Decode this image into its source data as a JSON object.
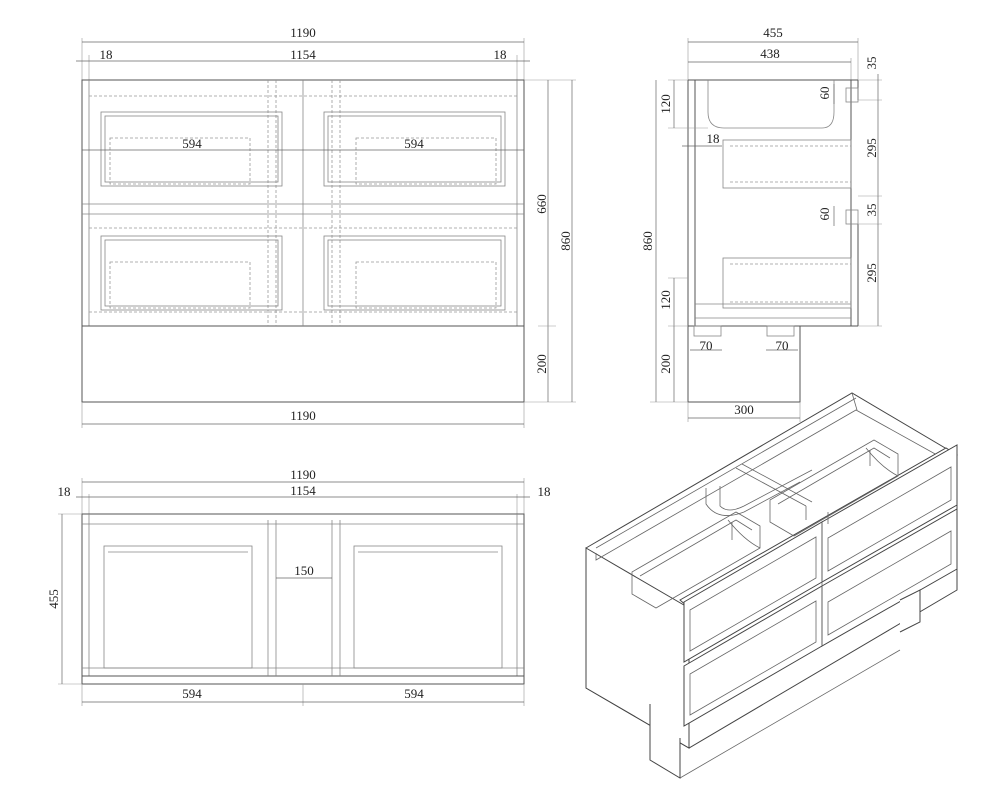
{
  "colors": {
    "line": "#555555",
    "dimension": "#666666",
    "background": "#ffffff"
  },
  "front_view": {
    "overall_width_top": "1190",
    "side_left": "18",
    "inner_width": "1154",
    "side_right": "18",
    "drawer_left_top": "594",
    "drawer_right_top": "594",
    "drawer_height": "660",
    "total_height": "860",
    "plinth_height": "200",
    "overall_width_bottom": "1190"
  },
  "side_view": {
    "depth": "455",
    "inner_depth": "438",
    "top_gap": "35",
    "rail_height": "120",
    "notch": "60",
    "panel": "18",
    "drawer_height_upper": "295",
    "mid_gap": "35",
    "notch_lower": "60",
    "total_height": "860",
    "drawer_height_lower": "295",
    "rail_height_lower": "120",
    "plinth_height": "200",
    "leg_left": "70",
    "leg_right": "70",
    "plinth_depth": "300"
  },
  "top_view": {
    "overall_width": "1190",
    "side_left": "18",
    "inner_width": "1154",
    "side_right": "18",
    "depth": "455",
    "center_gap": "150",
    "drawer_left": "594",
    "drawer_right": "594"
  }
}
